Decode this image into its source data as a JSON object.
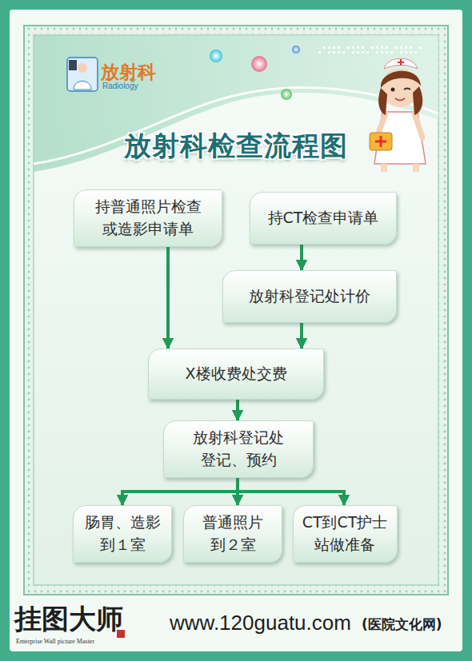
{
  "diagram": {
    "title": "放射科检查流程图",
    "nodes": [
      {
        "text": [
          "持普通照片检查 或造影申请单"
        ]
      },
      {
        "text": [
          "持CT检查申请单"
        ]
      },
      {
        "text": [
          "放射科登记处计价"
        ]
      },
      {
        "text": [
          "X楼收费处交费"
        ]
      },
      {
        "text": [
          "放射科登记处 登记、预约"
        ]
      },
      {
        "text": [
          "肠胃、造影 到１室"
        ]
      },
      {
        "text": [
          "普通照片 到２室"
        ]
      },
      {
        "text": [
          "CT到CT护士 站做准备"
        ]
      }
    ],
    "edges": [
      {
        "from": 0,
        "to": 3,
        "arrow": "to"
      },
      {
        "from": 1,
        "to": 2,
        "arrow": "to"
      },
      {
        "from": 2,
        "to": 3,
        "arrow": "to"
      },
      {
        "from": 3,
        "to": 4,
        "arrow": "to"
      },
      {
        "from": 4,
        "to": 5,
        "arrow": "to"
      },
      {
        "from": 4,
        "to": 6,
        "arrow": "to"
      },
      {
        "from": 4,
        "to": 7,
        "arrow": "to"
      }
    ],
    "labels": [
      "放射科",
      "Radiology",
      "挂图大师",
      "Enterprise Wall picture Master",
      "www.120guatu.com",
      "(医院文化网)"
    ]
  }
}
